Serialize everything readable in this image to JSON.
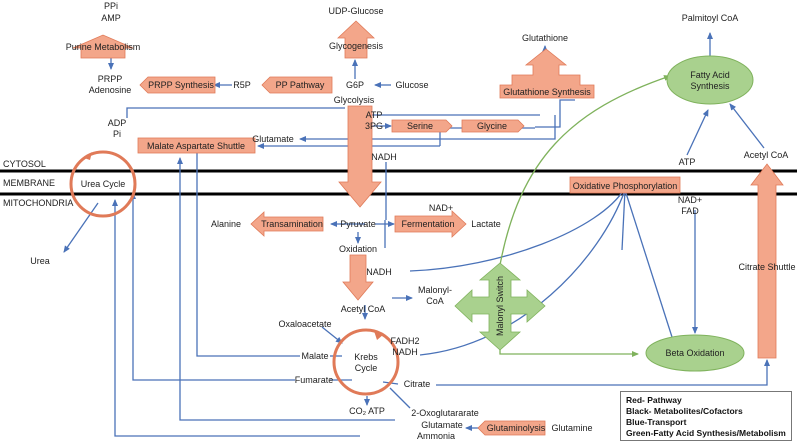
{
  "colors": {
    "pathway_fill": "#f3a68a",
    "pathway_stroke": "#e07a58",
    "transport": "#4a72b8",
    "fatty_acid": "#a9d18e",
    "fatty_acid_stroke": "#7fb25c",
    "membrane": "#000000"
  },
  "compartments": {
    "cytosol": "CYTOSOL",
    "membrane": "MEMBRANE",
    "mitochondria": "MITOCHONDRIA"
  },
  "pathways": {
    "purine_metabolism": "Purine Metabolism",
    "prpp_synthesis": "PRPP Synthesis",
    "pp_pathway": "PP Pathway",
    "glycogenesis": "Glycogenesis",
    "glutathione_synthesis": "Glutathione Synthesis",
    "serine": "Serine",
    "glycine": "Glycine",
    "malate_aspartate_shuttle": "Malate Aspartate Shuttle",
    "urea_cycle_line1": "Urea Cycle",
    "oxidative_phosphorylation": "Oxidative Phosphorylation",
    "transamination": "Transamination",
    "fermentation": "Fermentation",
    "glutaminolysis": "Glutaminolysis",
    "krebs_line1": "Krebs",
    "krebs_line2": "Cycle",
    "citrate_shuttle": "Citrate Shuttle"
  },
  "fatty_acid": {
    "fatty_acid_synthesis_line1": "Fatty Acid",
    "fatty_acid_synthesis_line2": "Synthesis",
    "beta_oxidation": "Beta Oxidation",
    "malonyl_switch": "Malonyl Switch"
  },
  "metabolites": {
    "ppi": "PPi",
    "amp": "AMP",
    "prpp": "PRPP",
    "adenosine": "Adenosine",
    "r5p": "R5P",
    "udp_glucose": "UDP-Glucose",
    "g6p": "G6P",
    "glucose": "Glucose",
    "glycolysis": "Glycolysis",
    "glutathione": "Glutathione",
    "palmitoyl_coa": "Palmitoyl CoA",
    "adp": "ADP",
    "pi": "Pi",
    "atp_top": "ATP",
    "three_pg": "3PG",
    "glutamate_top": "Glutamate",
    "nadh_top": "NADH",
    "atp_right": "ATP",
    "acetyl_coa_right": "Acetyl CoA",
    "nad_plus_left": "NAD+",
    "nad_plus_right": "NAD+",
    "fad": "FAD",
    "alanine": "Alanine",
    "pyruvate": "Pyruvate",
    "lactate": "Lactate",
    "oxidation": "Oxidation",
    "urea": "Urea",
    "nadh_mid": "NADH",
    "acetyl_coa_mid": "Acetyl CoA",
    "malonyl_line1": "Malonyl-",
    "malonyl_line2": "CoA",
    "oxaloacetate": "Oxaloacetate",
    "fadh2": "FADH2",
    "nadh_krebs": "NADH",
    "malate": "Malate",
    "fumarate": "Fumarate",
    "citrate": "Citrate",
    "co2_atp": "CO₂ ATP",
    "oxoglutarate": "2-Oxoglutararate",
    "glutamate_bottom": "Glutamate",
    "ammonia": "Ammonia",
    "glutamine": "Glutamine"
  },
  "legend": {
    "red": "Red- Pathway",
    "black": "Black- Metabolites/Cofactors",
    "blue": "Blue-Transport",
    "green": "Green-Fatty Acid Synthesis/Metabolism"
  }
}
